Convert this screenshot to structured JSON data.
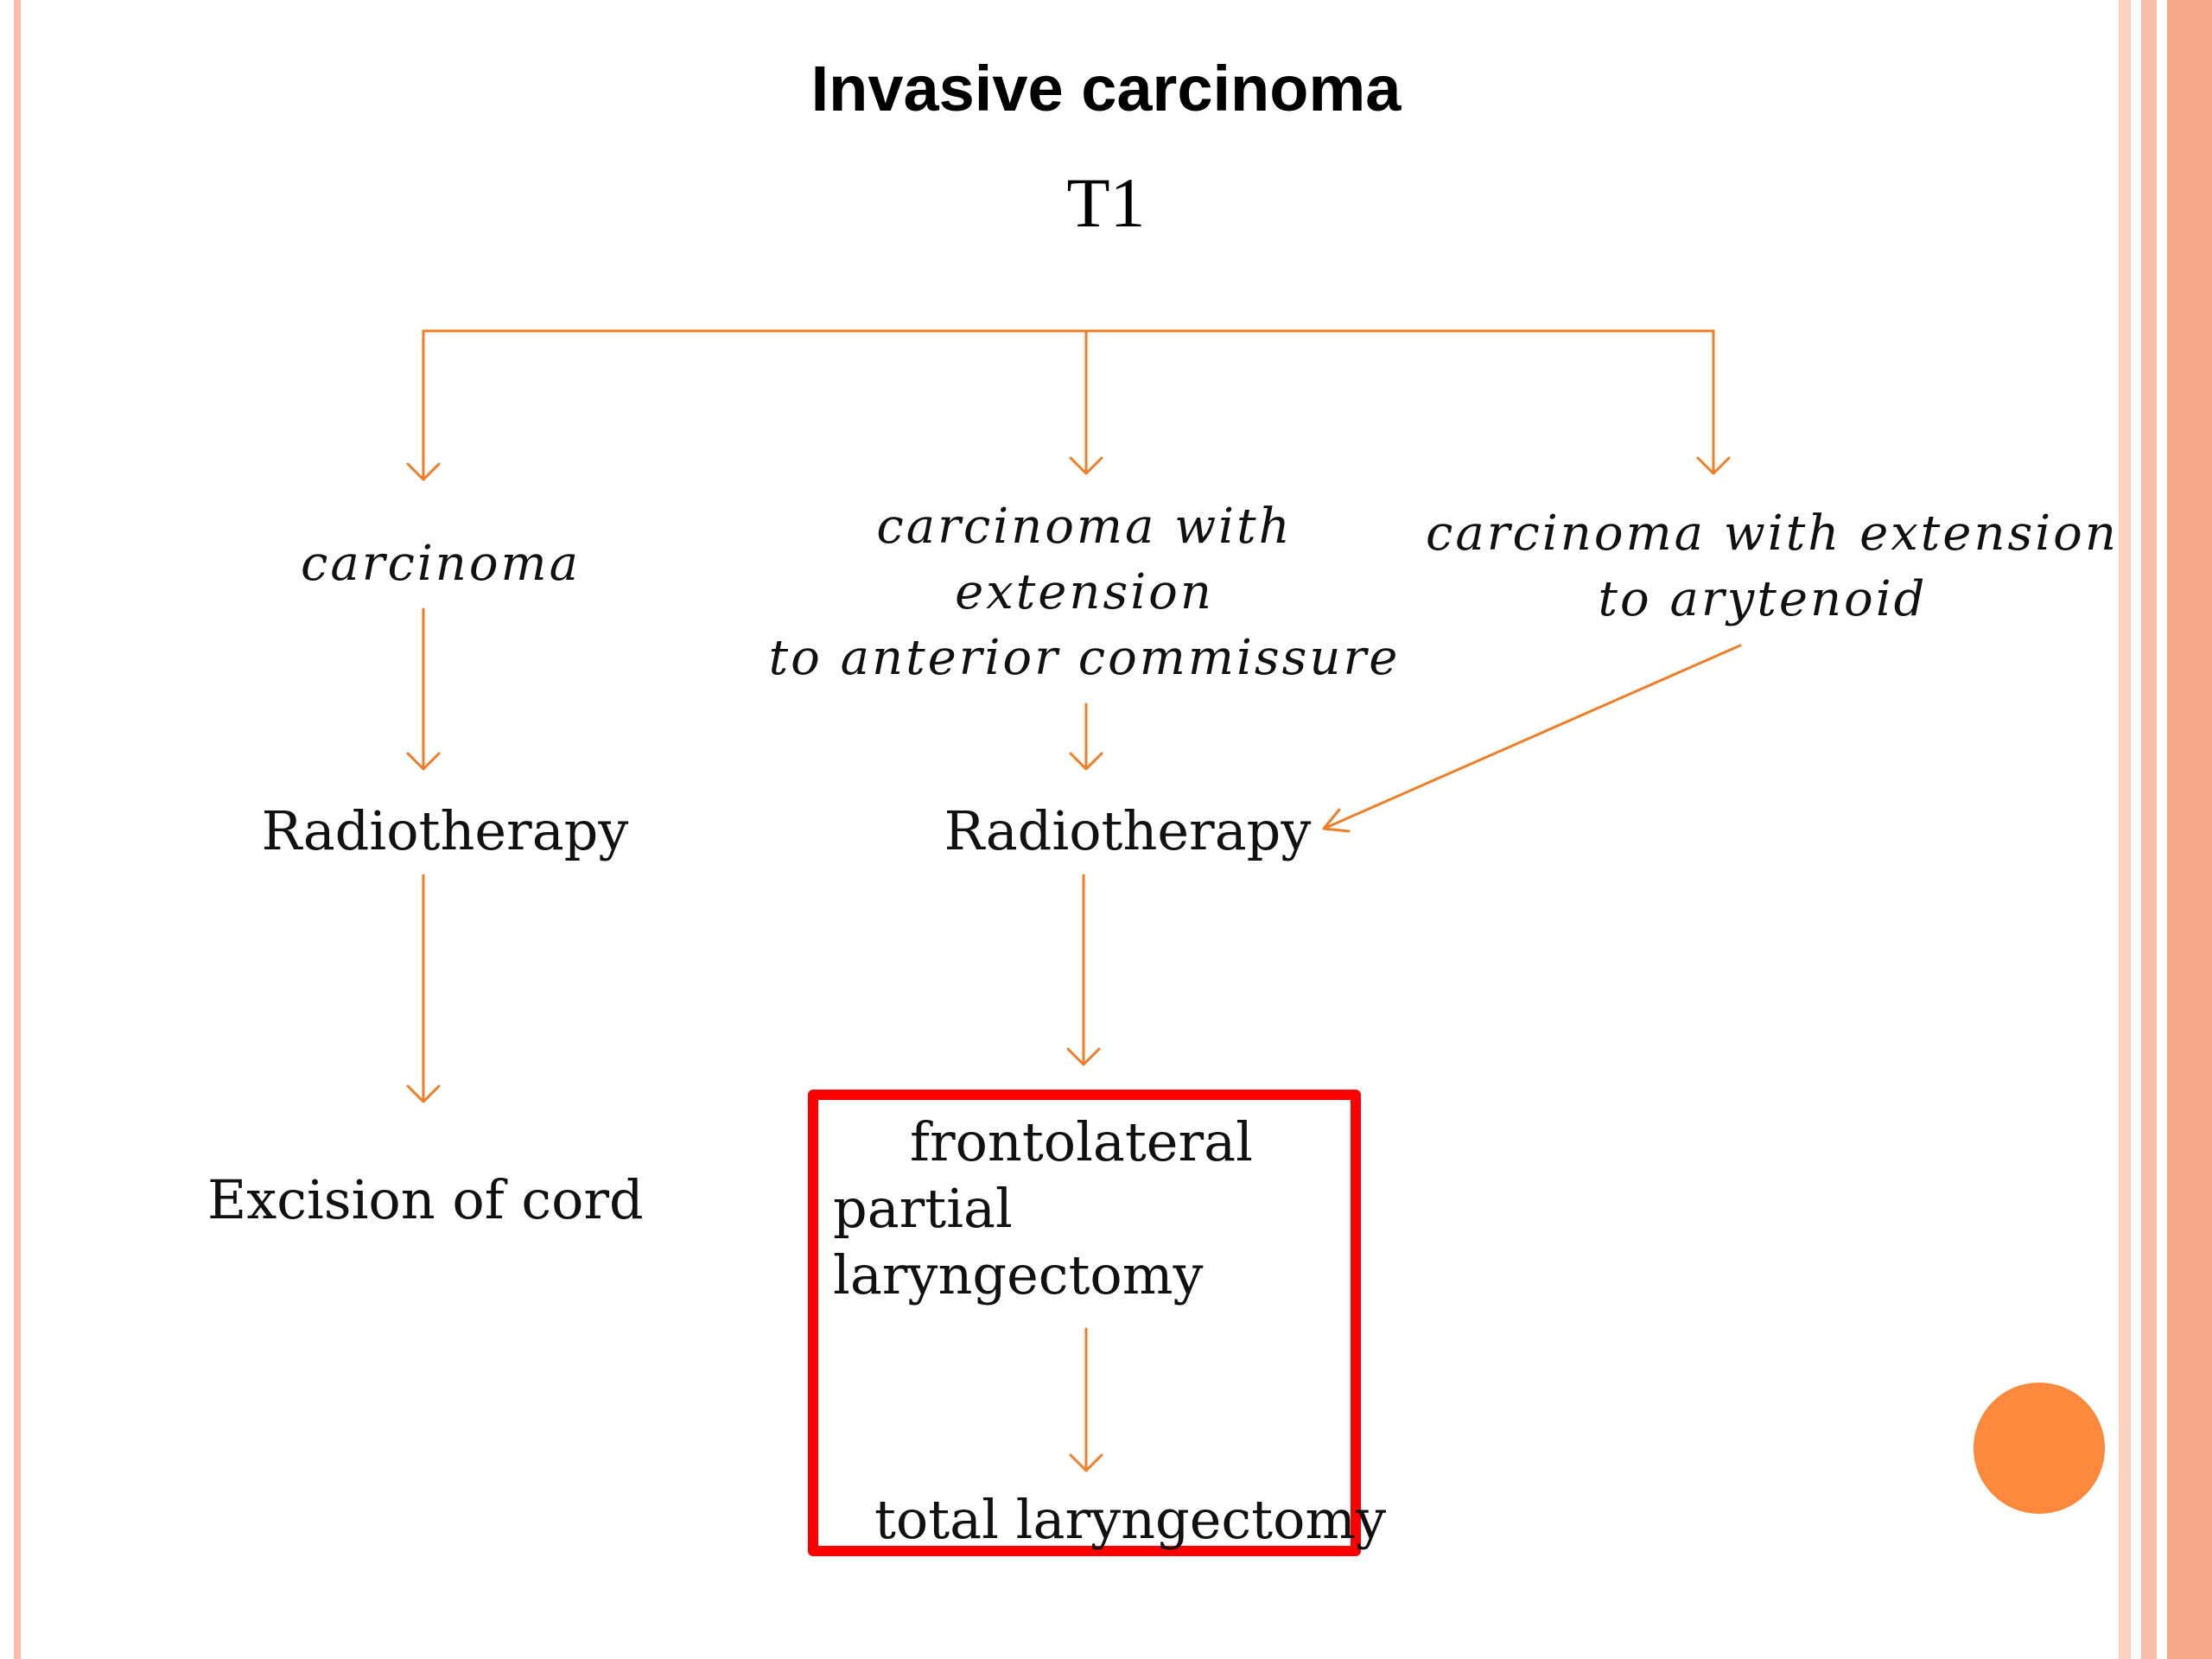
{
  "slide": {
    "title": "Invasive carcinoma",
    "subtitle": "T1"
  },
  "branches": {
    "left": {
      "condition": "carcinoma",
      "treatment": "Radiotherapy",
      "outcome": "Excision of cord"
    },
    "middle": {
      "condition_lines": [
        "carcinoma with",
        "extension",
        "to anterior commissure"
      ],
      "treatment": "Radiotherapy",
      "outcome_lines": [
        "frontolateral",
        "partial",
        "laryngectomy"
      ],
      "final_outcome": "total laryngectomy"
    },
    "right": {
      "condition_lines": [
        "carcinoma with extension",
        "to arytenoid"
      ]
    }
  },
  "colors": {
    "connector": "#f07e26",
    "highlight_box": "#ff0000",
    "accent_dot": "#fd8a3c",
    "border_light": "#fbd2c2",
    "border_mid": "#f9bda7",
    "border_strong": "#f5a88c"
  }
}
